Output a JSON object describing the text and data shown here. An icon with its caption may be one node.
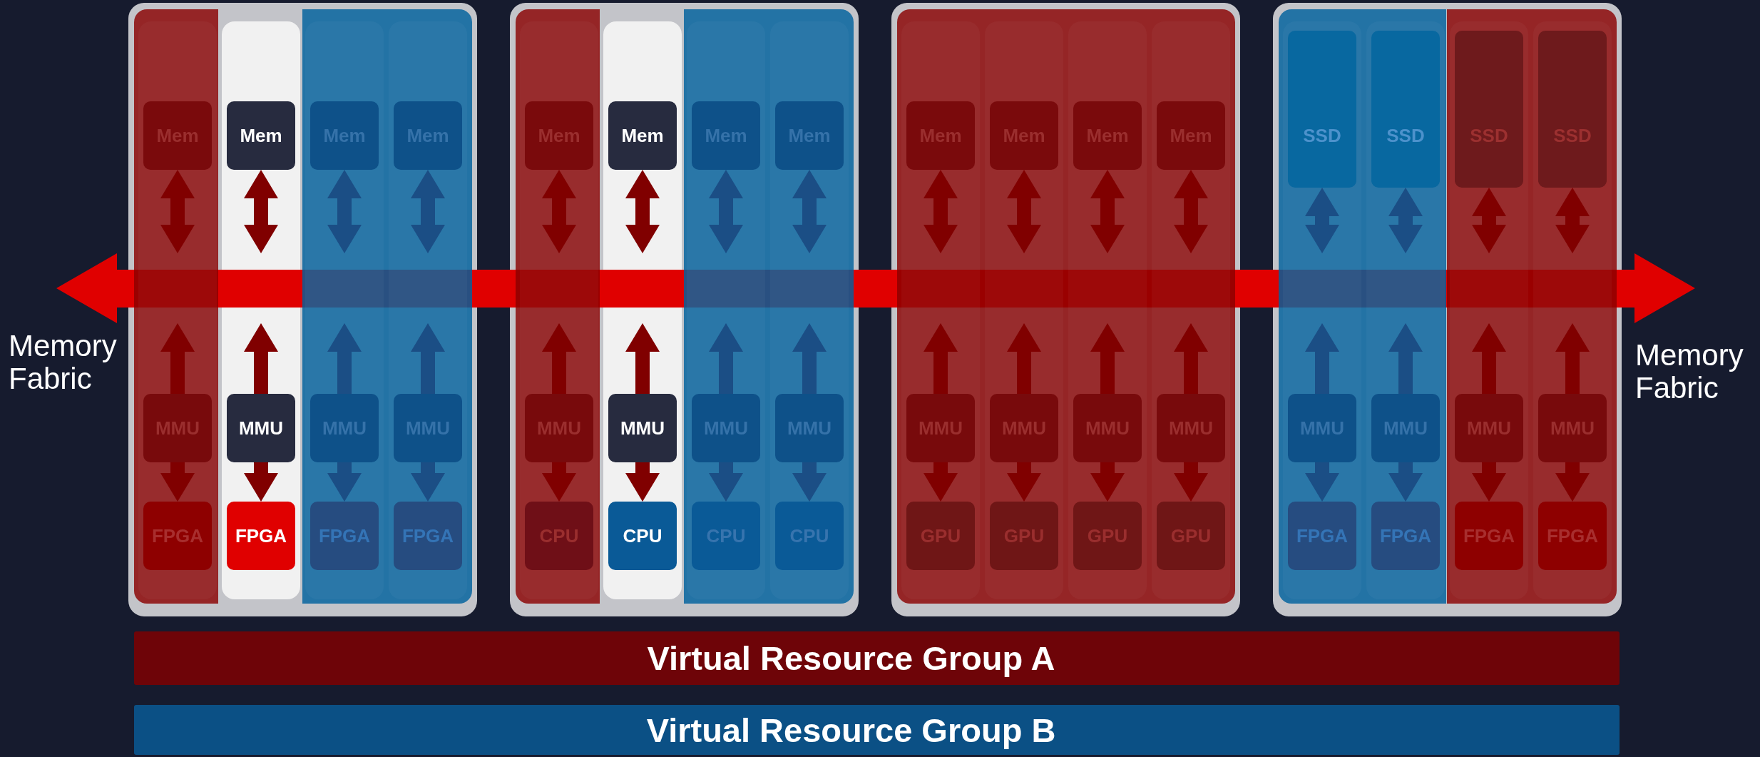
{
  "diagram": {
    "nodes": [
      {
        "text": [],
        "shape": "box"
      },
      {
        "text": [],
        "shape": "box",
        "in": 0
      },
      {
        "text": [],
        "shape": "box",
        "in": 1
      },
      {
        "text": [
          "Mem"
        ],
        "in": 2
      },
      {
        "text": [
          "MMU"
        ],
        "in": 2
      },
      {
        "text": [
          "FPGA"
        ],
        "in": 2
      },
      {
        "text": [],
        "shape": "box",
        "in": 0
      },
      {
        "text": [
          "Mem"
        ],
        "in": 6
      },
      {
        "text": [
          "MMU"
        ],
        "in": 6
      },
      {
        "text": [
          "FPGA"
        ],
        "in": 6
      },
      {
        "text": [],
        "shape": "box",
        "in": 0
      },
      {
        "text": [],
        "shape": "box",
        "in": 10
      },
      {
        "text": [
          "Mem"
        ],
        "in": 11
      },
      {
        "text": [
          "MMU"
        ],
        "in": 11
      },
      {
        "text": [
          "FPGA"
        ],
        "in": 11
      },
      {
        "text": [],
        "shape": "box",
        "in": 10
      },
      {
        "text": [
          "Mem"
        ],
        "in": 15
      },
      {
        "text": [
          "MMU"
        ],
        "in": 15
      },
      {
        "text": [
          "FPGA"
        ],
        "in": 15
      },
      {
        "text": [],
        "shape": "box"
      },
      {
        "text": [],
        "shape": "box",
        "in": 19
      },
      {
        "text": [],
        "shape": "box",
        "in": 20
      },
      {
        "text": [
          "Mem"
        ],
        "in": 21
      },
      {
        "text": [
          "MMU"
        ],
        "in": 21
      },
      {
        "text": [
          "CPU"
        ],
        "in": 21
      },
      {
        "text": [],
        "shape": "box",
        "in": 19
      },
      {
        "text": [
          "Mem"
        ],
        "in": 25
      },
      {
        "text": [
          "MMU"
        ],
        "in": 25
      },
      {
        "text": [
          "CPU"
        ],
        "in": 25
      },
      {
        "text": [],
        "shape": "box",
        "in": 19
      },
      {
        "text": [],
        "shape": "box",
        "in": 29
      },
      {
        "text": [
          "Mem"
        ],
        "in": 30
      },
      {
        "text": [
          "MMU"
        ],
        "in": 30
      },
      {
        "text": [
          "CPU"
        ],
        "in": 30
      },
      {
        "text": [],
        "shape": "box",
        "in": 29
      },
      {
        "text": [
          "Mem"
        ],
        "in": 34
      },
      {
        "text": [
          "MMU"
        ],
        "in": 34
      },
      {
        "text": [
          "CPU"
        ],
        "in": 34
      },
      {
        "text": [],
        "shape": "box"
      },
      {
        "text": [],
        "shape": "box",
        "in": 38
      },
      {
        "text": [],
        "shape": "box",
        "in": 39
      },
      {
        "text": [
          "Mem"
        ],
        "in": 40
      },
      {
        "text": [
          "MMU"
        ],
        "in": 40
      },
      {
        "text": [
          "GPU"
        ],
        "in": 40
      },
      {
        "text": [],
        "shape": "box",
        "in": 39
      },
      {
        "text": [
          "Mem"
        ],
        "in": 44
      },
      {
        "text": [
          "MMU"
        ],
        "in": 44
      },
      {
        "text": [
          "GPU"
        ],
        "in": 44
      },
      {
        "text": [],
        "shape": "box",
        "in": 39
      },
      {
        "text": [
          "Mem"
        ],
        "in": 48
      },
      {
        "text": [
          "MMU"
        ],
        "in": 48
      },
      {
        "text": [
          "GPU"
        ],
        "in": 48
      },
      {
        "text": [],
        "shape": "box",
        "in": 39
      },
      {
        "text": [
          "Mem"
        ],
        "in": 52
      },
      {
        "text": [
          "MMU"
        ],
        "in": 52
      },
      {
        "text": [
          "GPU"
        ],
        "in": 52
      },
      {
        "text": [],
        "shape": "box"
      },
      {
        "text": [],
        "shape": "box",
        "in": 56
      },
      {
        "text": [],
        "shape": "box",
        "in": 57
      },
      {
        "text": [
          "SSD"
        ],
        "in": 58
      },
      {
        "text": [
          "MMU"
        ],
        "in": 58
      },
      {
        "text": [
          "FPGA"
        ],
        "in": 58
      },
      {
        "text": [],
        "shape": "box",
        "in": 57
      },
      {
        "text": [
          "SSD"
        ],
        "in": 62
      },
      {
        "text": [
          "MMU"
        ],
        "in": 62
      },
      {
        "text": [
          "FPGA"
        ],
        "in": 62
      },
      {
        "text": [],
        "shape": "box",
        "in": 56
      },
      {
        "text": [],
        "shape": "box",
        "in": 66
      },
      {
        "text": [
          "SSD"
        ],
        "in": 67
      },
      {
        "text": [
          "MMU"
        ],
        "in": 67
      },
      {
        "text": [
          "FPGA"
        ],
        "in": 67
      },
      {
        "text": [],
        "shape": "box",
        "in": 66
      },
      {
        "text": [
          "SSD"
        ],
        "in": 71
      },
      {
        "text": [
          "MMU"
        ],
        "in": 71
      },
      {
        "text": [
          "FPGA"
        ],
        "in": 71
      },
      {
        "text": [],
        "shape": "arrow",
        "beside": [
          "Memory Fabric",
          "Memory Fabric"
        ]
      },
      {
        "text": [
          "Virtual Resource Group A"
        ]
      },
      {
        "text": [
          "Virtual Resource Group B"
        ]
      }
    ],
    "edges": [
      {
        "from": 3,
        "to": 75,
        "arrow": "both"
      },
      {
        "from": 4,
        "to": 75,
        "arrow": "to"
      },
      {
        "from": 4,
        "to": 5,
        "arrow": "to"
      },
      {
        "from": 7,
        "to": 75,
        "arrow": "both"
      },
      {
        "from": 8,
        "to": 75,
        "arrow": "to"
      },
      {
        "from": 8,
        "to": 9,
        "arrow": "to"
      },
      {
        "from": 12,
        "to": 75,
        "arrow": "both",
        "color": "#1b4e85"
      },
      {
        "from": 13,
        "to": 75,
        "arrow": "to",
        "color": "#1b4e85"
      },
      {
        "from": 13,
        "to": 14,
        "arrow": "to",
        "color": "#1b4e85"
      },
      {
        "from": 16,
        "to": 75,
        "arrow": "both",
        "color": "#1b4e85"
      },
      {
        "from": 17,
        "to": 75,
        "arrow": "to",
        "color": "#1b4e85"
      },
      {
        "from": 17,
        "to": 18,
        "arrow": "to",
        "color": "#1b4e85"
      },
      {
        "from": 22,
        "to": 75,
        "arrow": "both"
      },
      {
        "from": 23,
        "to": 75,
        "arrow": "to"
      },
      {
        "from": 23,
        "to": 24,
        "arrow": "to"
      },
      {
        "from": 26,
        "to": 75,
        "arrow": "both"
      },
      {
        "from": 27,
        "to": 75,
        "arrow": "to"
      },
      {
        "from": 27,
        "to": 28,
        "arrow": "to"
      },
      {
        "from": 31,
        "to": 75,
        "arrow": "both",
        "color": "#1b4e85"
      },
      {
        "from": 32,
        "to": 75,
        "arrow": "to",
        "color": "#1b4e85"
      },
      {
        "from": 32,
        "to": 33,
        "arrow": "to",
        "color": "#1b4e85"
      },
      {
        "from": 35,
        "to": 75,
        "arrow": "both",
        "color": "#1b4e85"
      },
      {
        "from": 36,
        "to": 75,
        "arrow": "to",
        "color": "#1b4e85"
      },
      {
        "from": 36,
        "to": 37,
        "arrow": "to",
        "color": "#1b4e85"
      },
      {
        "from": 41,
        "to": 75,
        "arrow": "both"
      },
      {
        "from": 42,
        "to": 75,
        "arrow": "to"
      },
      {
        "from": 42,
        "to": 43,
        "arrow": "to"
      },
      {
        "from": 45,
        "to": 75,
        "arrow": "both"
      },
      {
        "from": 46,
        "to": 75,
        "arrow": "to"
      },
      {
        "from": 46,
        "to": 47,
        "arrow": "to"
      },
      {
        "from": 49,
        "to": 75,
        "arrow": "both"
      },
      {
        "from": 50,
        "to": 75,
        "arrow": "to"
      },
      {
        "from": 50,
        "to": 51,
        "arrow": "to"
      },
      {
        "from": 53,
        "to": 75,
        "arrow": "both"
      },
      {
        "from": 54,
        "to": 75,
        "arrow": "to"
      },
      {
        "from": 54,
        "to": 55,
        "arrow": "to"
      },
      {
        "from": 59,
        "to": 75,
        "arrow": "both",
        "color": "#1b4e85"
      },
      {
        "from": 60,
        "to": 75,
        "arrow": "to",
        "color": "#1b4e85"
      },
      {
        "from": 60,
        "to": 61,
        "arrow": "to",
        "color": "#1b4e85"
      },
      {
        "from": 63,
        "to": 75,
        "arrow": "both",
        "color": "#1b4e85"
      },
      {
        "from": 64,
        "to": 75,
        "arrow": "to",
        "color": "#1b4e85"
      },
      {
        "from": 64,
        "to": 65,
        "arrow": "to",
        "color": "#1b4e85"
      },
      {
        "from": 68,
        "to": 75,
        "arrow": "both"
      },
      {
        "from": 69,
        "to": 75,
        "arrow": "to"
      },
      {
        "from": 69,
        "to": 70,
        "arrow": "to"
      },
      {
        "from": 72,
        "to": 75,
        "arrow": "both"
      },
      {
        "from": 73,
        "to": 75,
        "arrow": "to"
      },
      {
        "from": 73,
        "to": 74,
        "arrow": "to"
      }
    ]
  }
}
